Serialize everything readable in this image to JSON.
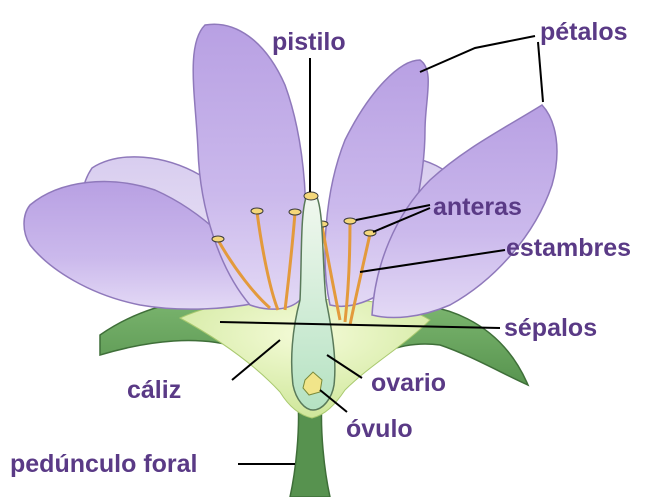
{
  "diagram": {
    "labels": {
      "pistilo": "pistilo",
      "petalos": "pétalos",
      "anteras": "anteras",
      "estambres": "estambres",
      "sepalos": "sépalos",
      "caliz": "cáliz",
      "ovario": "ovario",
      "ovulo": "óvulo",
      "pedunculo": "pedúnculo foral"
    },
    "colors": {
      "label": "#5a3a86",
      "petal_fill": "#c9b6ea",
      "petal_dark": "#9a82c9",
      "sepal_fill": "#5e9e55",
      "stem_fill": "#57924f",
      "calyx_inner": "#e4f3b4",
      "ovary_fill": "#b9e6c7",
      "stamen": "#e39a3c",
      "anther": "#f4d77a"
    }
  }
}
